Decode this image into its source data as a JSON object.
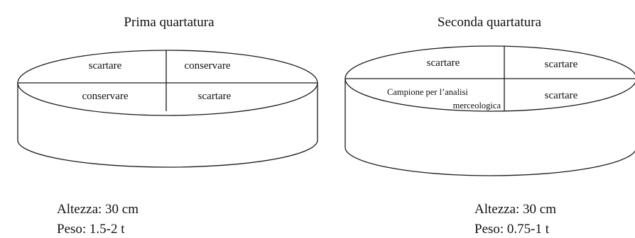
{
  "diagrams": [
    {
      "title": "Prima quartatura",
      "quadrants": {
        "top_left": "scartare",
        "top_right": "conservare",
        "bottom_left": "conservare",
        "bottom_right": "scartare"
      },
      "stats": {
        "height": "Altezza: 30 cm",
        "weight": "Peso: 1.5-2 t"
      }
    },
    {
      "title": "Seconda quartatura",
      "quadrants": {
        "top_left": "scartare",
        "top_right": "scartare",
        "bottom_left_line1": "Campione per l’analisi",
        "bottom_left_line2": "merceologica",
        "bottom_right": "scartare"
      },
      "stats": {
        "height": "Altezza: 30 cm",
        "weight": "Peso: 0.75-1 t"
      }
    }
  ]
}
